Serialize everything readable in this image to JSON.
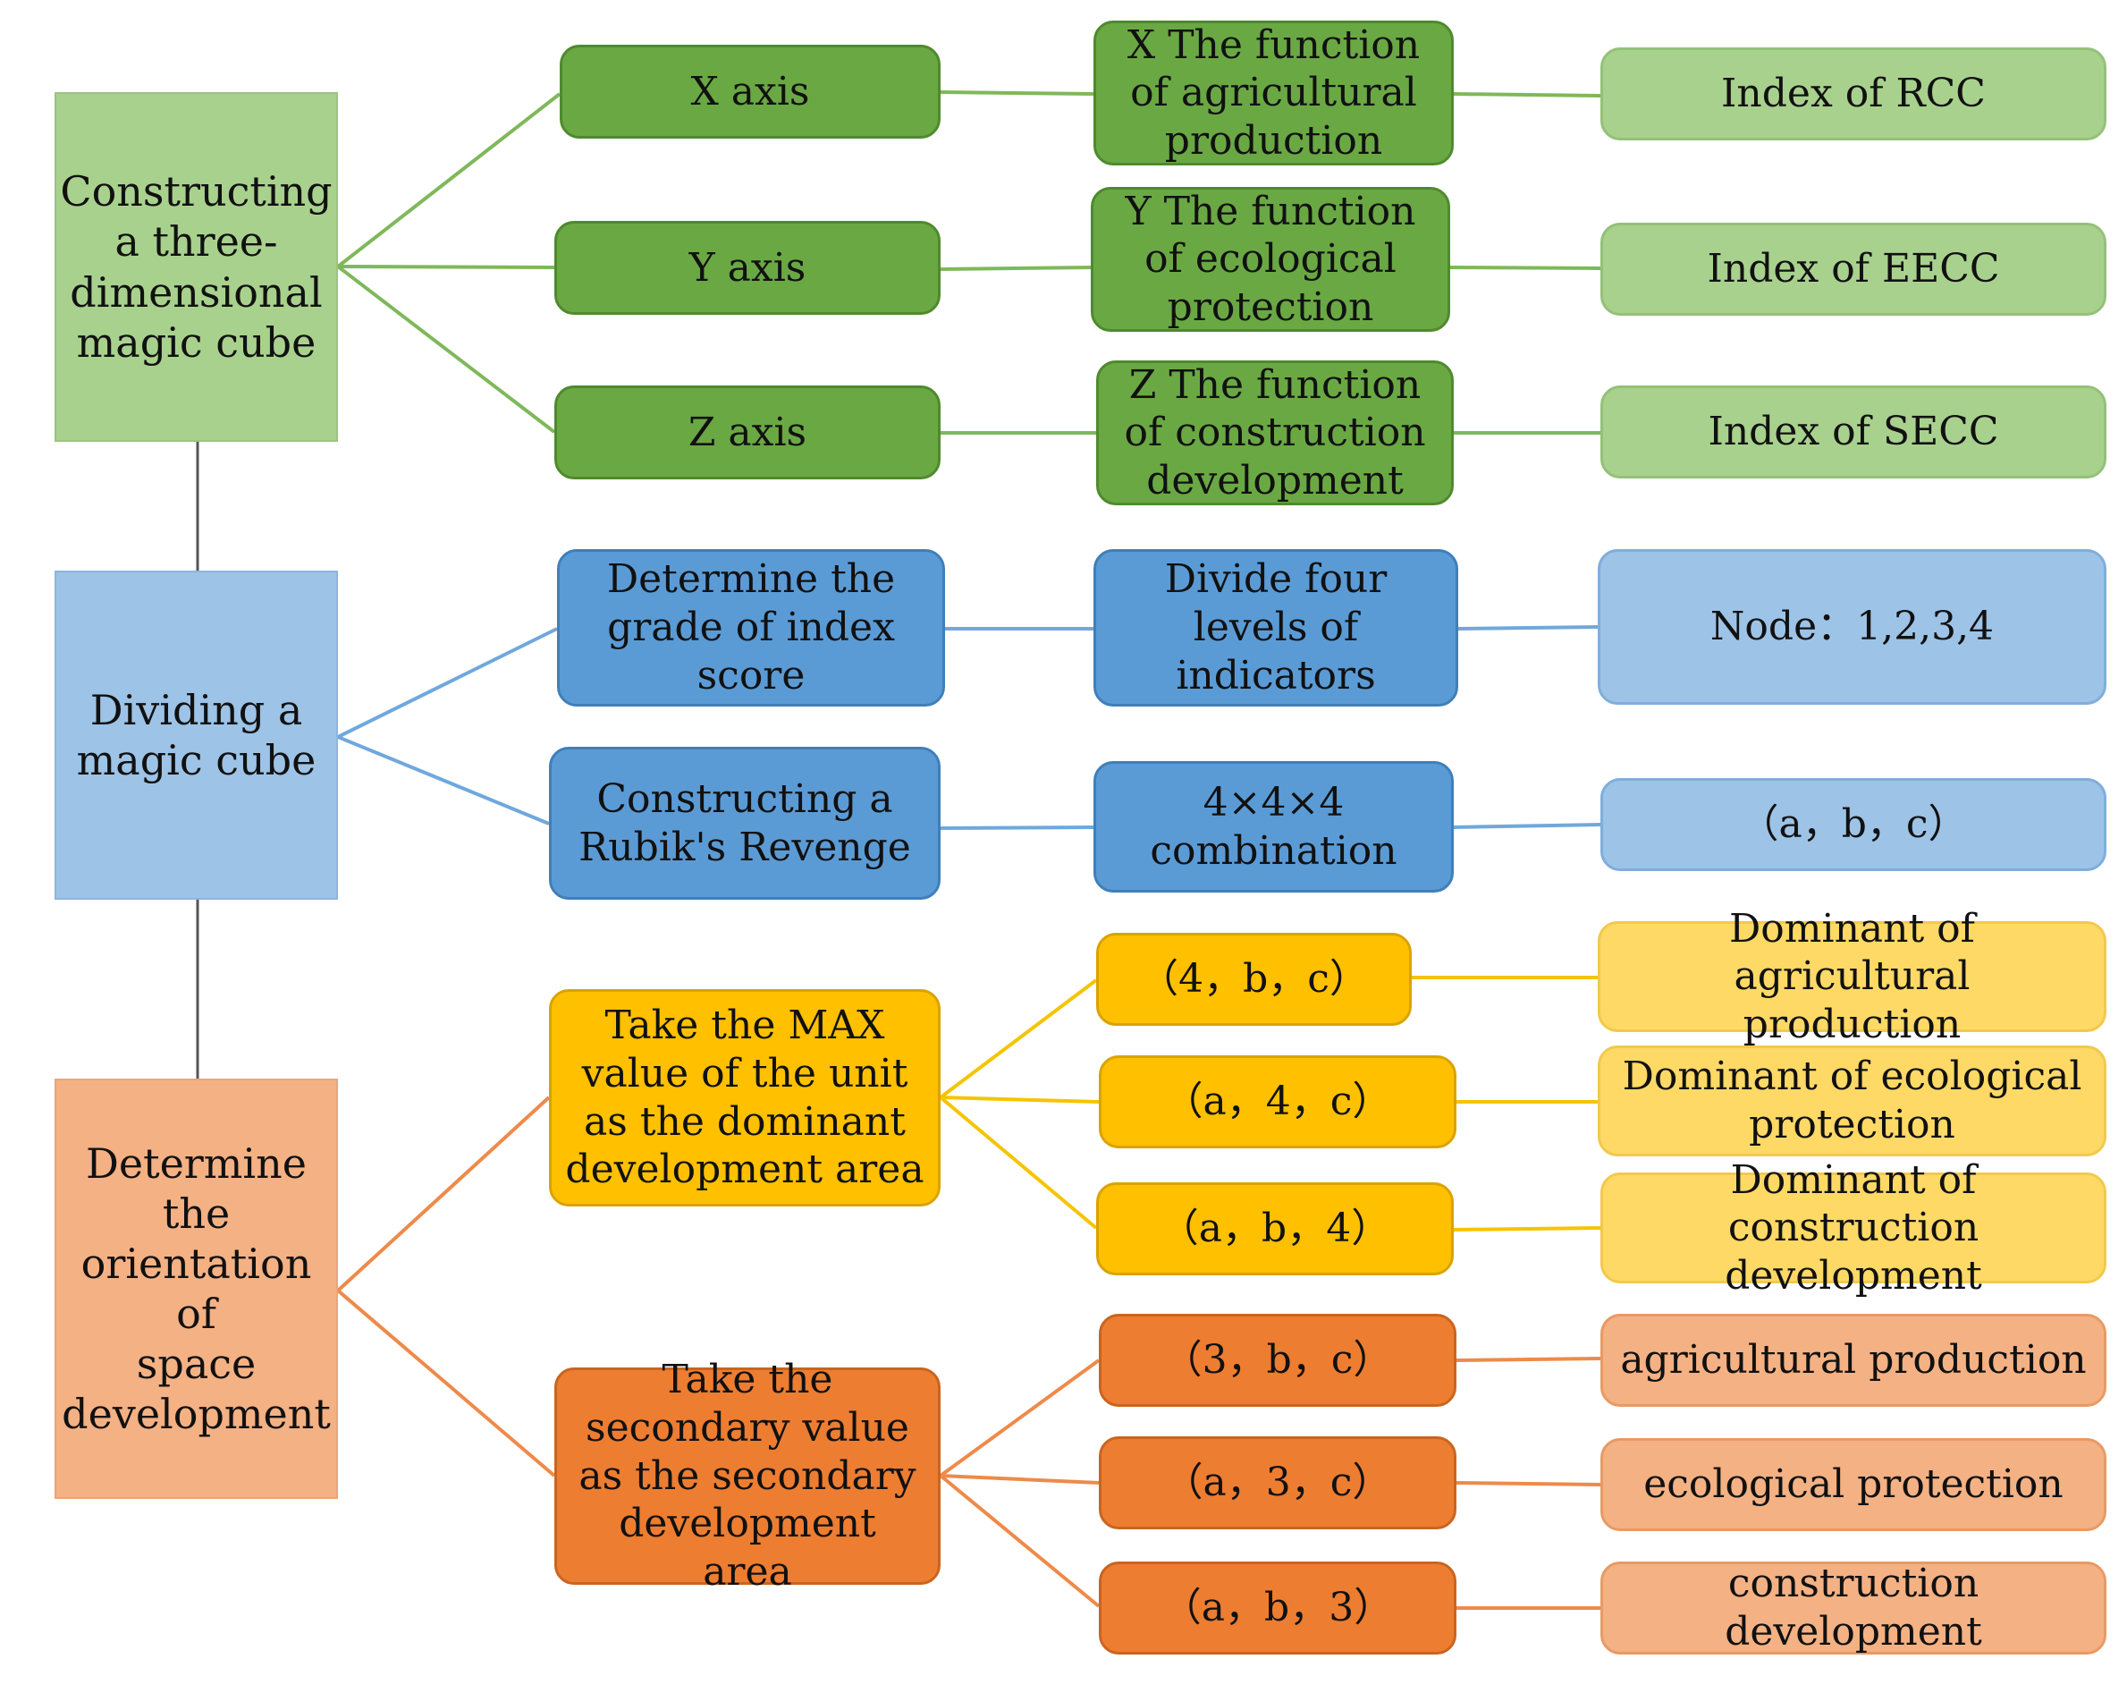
{
  "stages": {
    "construct": "Constructing\na three-\ndimensional\nmagic cube",
    "divide": "Dividing a\nmagic cube",
    "orient": "Determine\nthe\norientation of\nspace\ndevelopment"
  },
  "axes": {
    "x": "X axis",
    "y": "Y axis",
    "z": "Z axis"
  },
  "functions": {
    "x": "X The function\nof agricultural\nproduction",
    "y": "Y The function\nof ecological\nprotection",
    "z": "Z The function\nof construction\ndevelopment"
  },
  "indices": {
    "rcc": "Index of RCC",
    "eecc": "Index of EECC",
    "secc": "Index of SECC"
  },
  "divide_steps": {
    "grade": "Determine the\ngrade of index\nscore",
    "levels": "Divide four\nlevels of\nindicators",
    "nodes": "Node：1,2,3,4",
    "rubik": "Constructing a\nRubik's Revenge",
    "combination": "4×4×4\ncombination",
    "tuple": "（a，b，c）"
  },
  "dominant": {
    "rule": "Take the MAX\nvalue of the unit\nas the dominant\ndevelopment area",
    "codes": [
      "（4，b，c）",
      "（a，4，c）",
      "（a，b，4）"
    ],
    "results": [
      "Dominant of agricultural\nproduction",
      "Dominant of ecological\nprotection",
      "Dominant of construction\ndevelopment"
    ]
  },
  "secondary": {
    "rule": "Take the\nsecondary value\nas the secondary\ndevelopment area",
    "codes": [
      "（3，b，c）",
      "（a，3，c）",
      "（a，b，3）"
    ],
    "results": [
      "agricultural production",
      "ecological protection",
      "construction\ndevelopment"
    ]
  },
  "colors": {
    "green_line": "#7fb85a",
    "blue_line": "#6fa8dc",
    "yellow_line": "#f5c400",
    "orange_line": "#ee8a4a",
    "gray_line": "#555555"
  }
}
